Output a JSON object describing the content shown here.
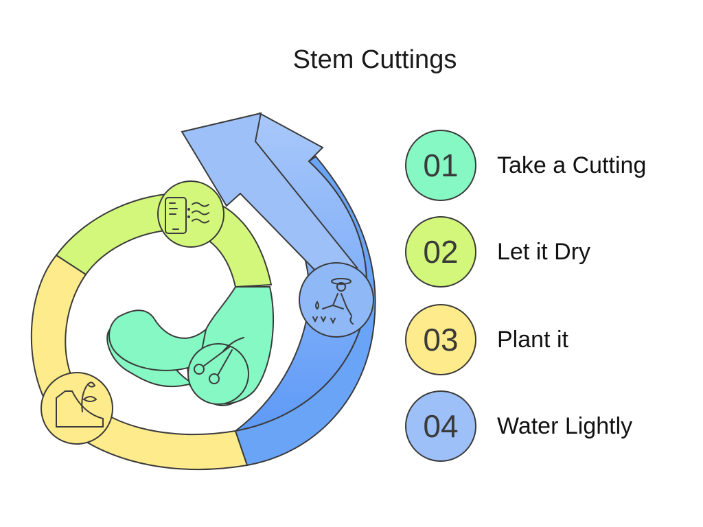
{
  "title": "Stem Cuttings",
  "colors": {
    "green": "#86f8c4",
    "lime": "#d3f77b",
    "yellow": "#fdeb8c",
    "blue": "#8fb8f7",
    "blue_dark": "#5e9af7",
    "stroke": "#3a3a3a"
  },
  "steps": [
    {
      "number": "01",
      "label": "Take a Cutting",
      "color": "#86f8c4",
      "icon": "scissors-stem-icon"
    },
    {
      "number": "02",
      "label": "Let it Dry",
      "color": "#d3f77b",
      "icon": "phone-wind-icon"
    },
    {
      "number": "03",
      "label": "Plant it",
      "color": "#fdeb8c",
      "icon": "sprout-soil-icon"
    },
    {
      "number": "04",
      "label": "Water Lightly",
      "color": "#9dc0f8",
      "icon": "gardener-watering-icon"
    }
  ]
}
